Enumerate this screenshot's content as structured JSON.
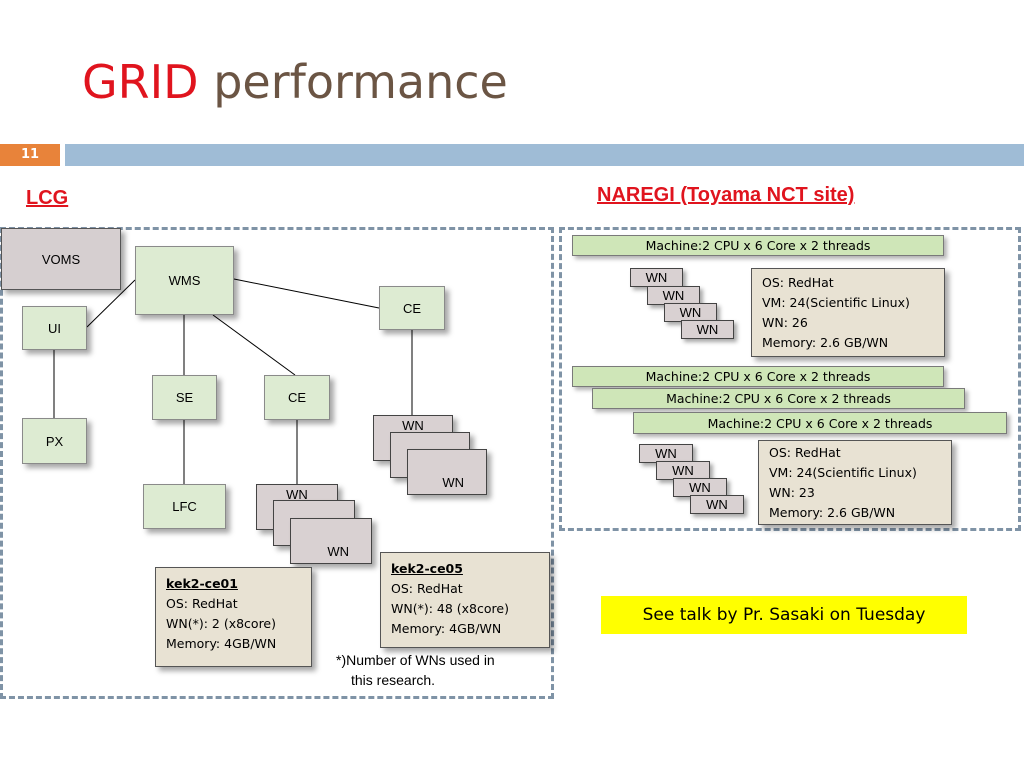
{
  "title": {
    "part1": "GRID",
    "part2": "performance"
  },
  "slide_number": "11",
  "lcg": {
    "heading": "LCG",
    "nodes": {
      "voms": "VOMS",
      "wms": "WMS",
      "ui": "UI",
      "px": "PX",
      "ce_right": "CE",
      "se": "SE",
      "ce_mid": "CE",
      "lfc": "LFC"
    },
    "wn_label": "WN",
    "ce01": {
      "name": "kek2-ce01",
      "os": "OS: RedHat",
      "wn": "WN(*): 2 (x8core)",
      "memory": "Memory: 4GB/WN"
    },
    "ce05": {
      "name": "kek2-ce05",
      "os": "OS: RedHat",
      "wn": "WN(*): 48 (x8core)",
      "memory": "Memory: 4GB/WN"
    },
    "footnote_line1": "*)Number of WNs used in",
    "footnote_line2": "this research."
  },
  "naregi": {
    "heading": "NAREGI (Toyama NCT site)",
    "machine_label": "Machine:2 CPU x 6 Core x 2 threads",
    "wn_label": "WN",
    "group1": {
      "os": "OS: RedHat",
      "vm": "VM: 24(Scientific Linux)",
      "wn": "WN: 26",
      "memory": "Memory: 2.6 GB/WN"
    },
    "group2": {
      "os": "OS: RedHat",
      "vm": "VM: 24(Scientific Linux)",
      "wn": "WN: 23",
      "memory": "Memory: 2.6 GB/WN"
    }
  },
  "callout": "See talk by Pr. Sasaki on Tuesday"
}
